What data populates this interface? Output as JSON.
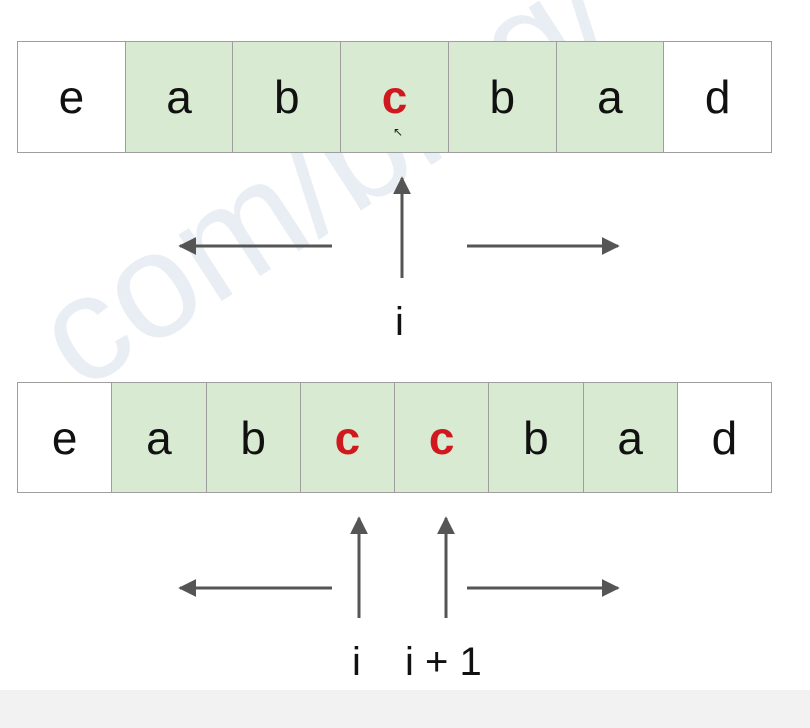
{
  "colors": {
    "highlight": "#d8ead2",
    "center_text": "#d0191f",
    "arrow": "#555555",
    "border": "#9e9e9e"
  },
  "watermark": ".com/blog/",
  "top_row": {
    "cells": [
      {
        "char": "e",
        "highlight": false,
        "center": false
      },
      {
        "char": "a",
        "highlight": true,
        "center": false
      },
      {
        "char": "b",
        "highlight": true,
        "center": false
      },
      {
        "char": "c",
        "highlight": true,
        "center": true
      },
      {
        "char": "b",
        "highlight": true,
        "center": false
      },
      {
        "char": "a",
        "highlight": true,
        "center": false
      },
      {
        "char": "d",
        "highlight": false,
        "center": false
      }
    ],
    "pointer_label": "i"
  },
  "bottom_row": {
    "cells": [
      {
        "char": "e",
        "highlight": false,
        "center": false
      },
      {
        "char": "a",
        "highlight": true,
        "center": false
      },
      {
        "char": "b",
        "highlight": true,
        "center": false
      },
      {
        "char": "c",
        "highlight": true,
        "center": true
      },
      {
        "char": "c",
        "highlight": true,
        "center": true
      },
      {
        "char": "b",
        "highlight": true,
        "center": false
      },
      {
        "char": "a",
        "highlight": true,
        "center": false
      },
      {
        "char": "d",
        "highlight": false,
        "center": false
      }
    ],
    "pointer_labels": [
      "i",
      "i + 1"
    ]
  },
  "cursor_icon": "mouse-pointer-icon"
}
